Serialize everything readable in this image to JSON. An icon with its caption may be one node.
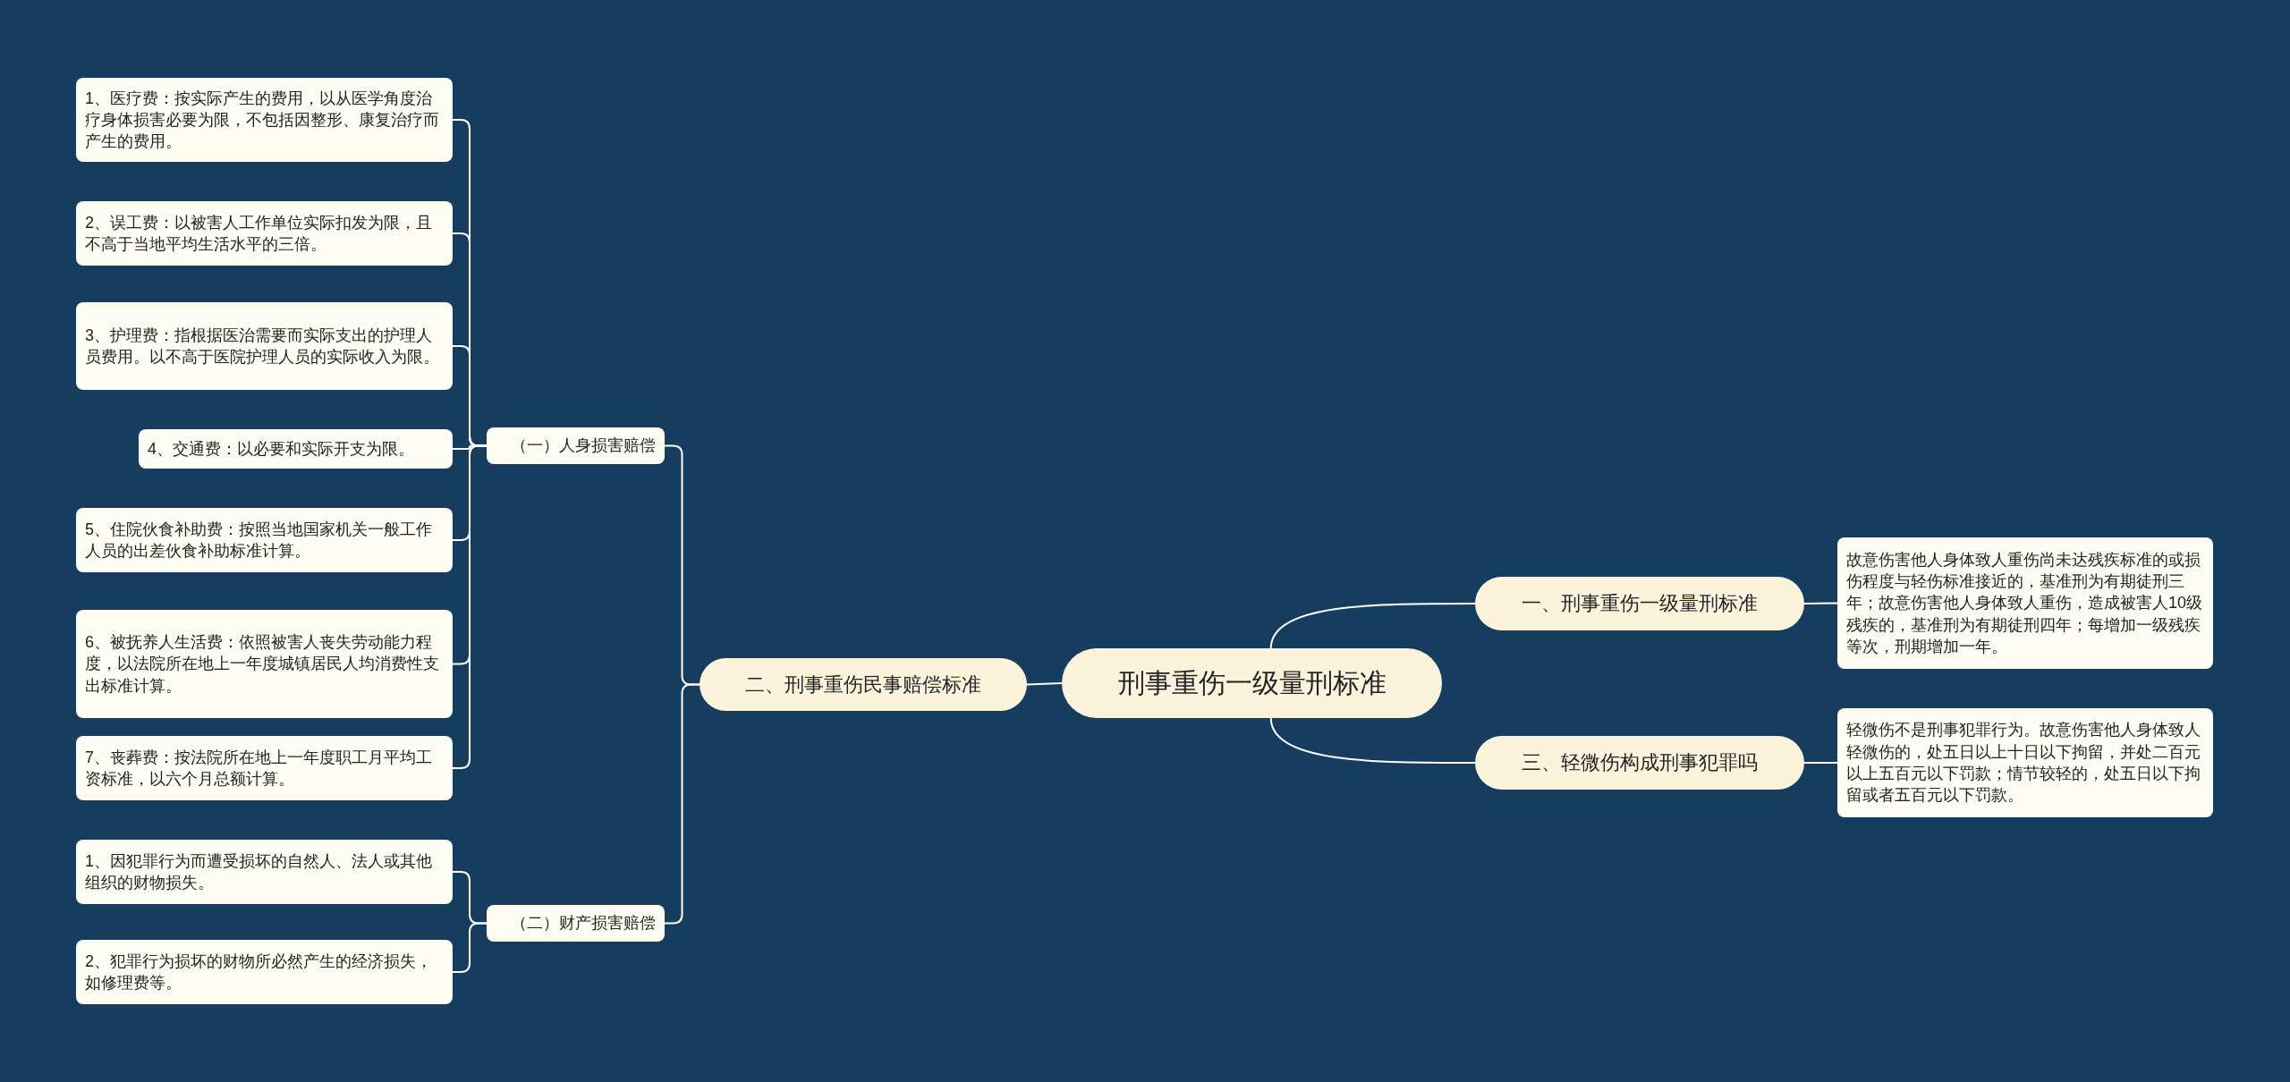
{
  "diagram": {
    "nodes": [
      {
        "text": [
          "刑事重伤一级量刑标准"
        ]
      },
      {
        "text": [
          "一、刑事重伤一级量刑标准"
        ]
      },
      {
        "text": [
          "故意伤害他人身体致人重伤尚未达残疾标准的或损伤程度与轻伤标准接近的，基准刑为有期徒刑三年；故意伤害他人身体致人重伤，造成被害人10级残疾的，基准刑为有期徒刑四年；每增加一级残疾等次，刑期增加一年。"
        ]
      },
      {
        "text": [
          "三、轻微伤构成刑事犯罪吗"
        ]
      },
      {
        "text": [
          "轻微伤不是刑事犯罪行为。故意伤害他人身体致人轻微伤的，处五日以上十日以下拘留，并处二百元以上五百元以下罚款；情节较轻的，处五日以下拘留或者五百元以下罚款。"
        ]
      },
      {
        "text": [
          "二、刑事重伤民事赔偿标准"
        ]
      },
      {
        "text": [
          "（一）人身损害赔偿"
        ]
      },
      {
        "text": [
          "1、医疗费：按实际产生的费用，以从医学角度治疗身体损害必要为限，不包括因整形、康复治疗而产生的费用。"
        ]
      },
      {
        "text": [
          "2、误工费：以被害人工作单位实际扣发为限，且不高于当地平均生活水平的三倍。"
        ]
      },
      {
        "text": [
          "3、护理费：指根据医治需要而实际支出的护理人员费用。以不高于医院护理人员的实际收入为限。"
        ]
      },
      {
        "text": [
          "4、交通费：以必要和实际开支为限。"
        ]
      },
      {
        "text": [
          "5、住院伙食补助费：按照当地国家机关一般工作人员的出差伙食补助标准计算。"
        ]
      },
      {
        "text": [
          "6、被抚养人生活费：依照被害人丧失劳动能力程度，以法院所在地上一年度城镇居民人均消费性支出标准计算。"
        ]
      },
      {
        "text": [
          "7、丧葬费：按法院所在地上一年度职工月平均工资标准，以六个月总额计算。"
        ]
      },
      {
        "text": [
          "（二）财产损害赔偿"
        ]
      },
      {
        "text": [
          "1、因犯罪行为而遭受损坏的自然人、法人或其他组织的财物损失。"
        ]
      },
      {
        "text": [
          "2、犯罪行为损坏的财物所必然产生的经济损失，如修理费等。"
        ]
      }
    ],
    "edges": [
      {
        "from": 0,
        "to": 1,
        "arrow": "none"
      },
      {
        "from": 1,
        "to": 2,
        "arrow": "none"
      },
      {
        "from": 0,
        "to": 3,
        "arrow": "none"
      },
      {
        "from": 3,
        "to": 4,
        "arrow": "none"
      },
      {
        "from": 0,
        "to": 5,
        "arrow": "none"
      },
      {
        "from": 5,
        "to": 6,
        "arrow": "none"
      },
      {
        "from": 6,
        "to": 7,
        "arrow": "none"
      },
      {
        "from": 6,
        "to": 8,
        "arrow": "none"
      },
      {
        "from": 6,
        "to": 9,
        "arrow": "none"
      },
      {
        "from": 6,
        "to": 10,
        "arrow": "none"
      },
      {
        "from": 6,
        "to": 11,
        "arrow": "none"
      },
      {
        "from": 6,
        "to": 12,
        "arrow": "none"
      },
      {
        "from": 6,
        "to": 13,
        "arrow": "none"
      },
      {
        "from": 5,
        "to": 14,
        "arrow": "none"
      },
      {
        "from": 14,
        "to": 15,
        "arrow": "none"
      },
      {
        "from": 14,
        "to": 16,
        "arrow": "none"
      }
    ]
  }
}
